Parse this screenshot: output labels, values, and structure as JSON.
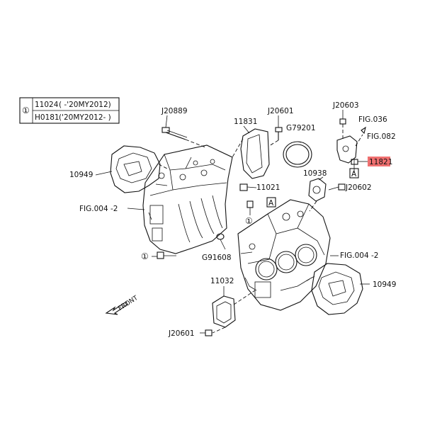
{
  "legend": {
    "circle_marker": "①",
    "rows": [
      {
        "part": "11024",
        "range": "( -'20MY2012)"
      },
      {
        "part": "H0181",
        "range": "('20MY2012- )"
      }
    ]
  },
  "callouts": {
    "j20889": "J20889",
    "n11831": "11831",
    "j20601_top": "J20601",
    "g79201": "G79201",
    "j20603": "J20603",
    "fig036": "FIG.036",
    "fig082": "FIG.082",
    "n11821": "11821",
    "box_a_right": "A",
    "n10949_left": "10949",
    "n11021": "11021",
    "n10938": "10938",
    "j20602": "J20602",
    "fig004_left": "FIG.004 -2",
    "box_a_center": "A",
    "circle1_mid": "①",
    "circle1_lower": "①",
    "g91608": "G91608",
    "fig004_right": "FIG.004 -2",
    "n10949_right": "10949",
    "n11032": "11032",
    "j20601_bottom": "J20601",
    "front": "FRONT"
  },
  "colors": {
    "ink": "#111111",
    "highlight": "#f07070"
  }
}
